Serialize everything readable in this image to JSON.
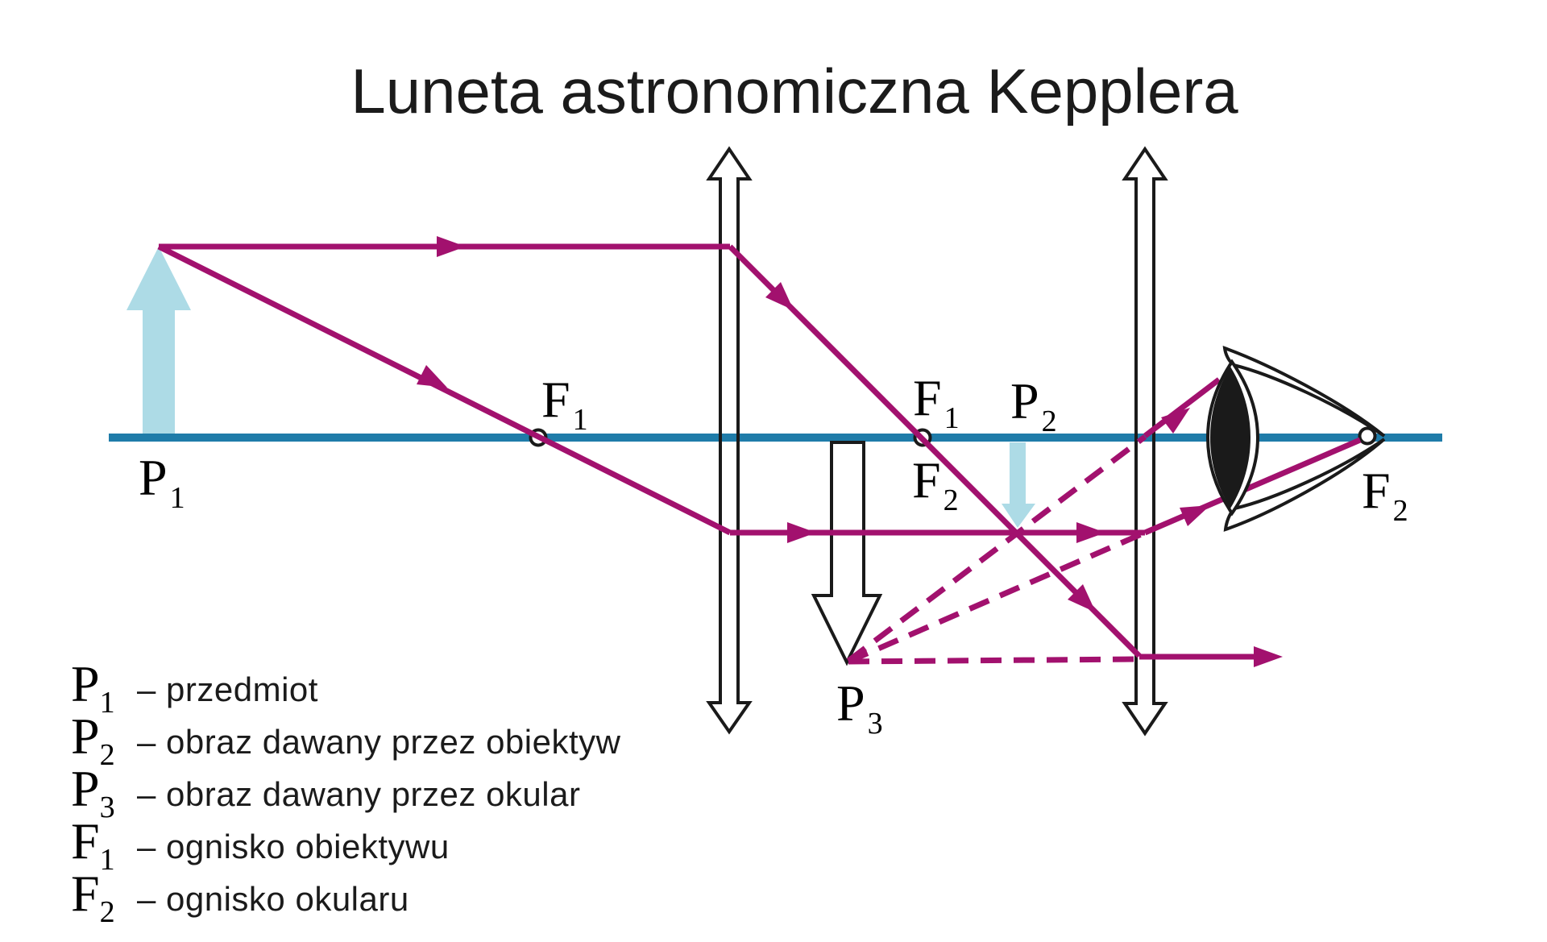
{
  "title": "Luneta astronomiczna Kepplera",
  "colors": {
    "axis": "#1f7ca9",
    "ray": "#a2116e",
    "object_fill": "#addbe6",
    "outline": "#1a1a1a",
    "background": "#ffffff"
  },
  "diagram": {
    "labels": {
      "p1": {
        "sym": "P",
        "sub": "1"
      },
      "f1_left": {
        "sym": "F",
        "sub": "1"
      },
      "f1_mid": {
        "sym": "F",
        "sub": "1"
      },
      "f2_mid": {
        "sym": "F",
        "sub": "2"
      },
      "p2": {
        "sym": "P",
        "sub": "2"
      },
      "p3": {
        "sym": "P",
        "sub": "3"
      },
      "f2_right": {
        "sym": "F",
        "sub": "2"
      }
    }
  },
  "legend": {
    "items": [
      {
        "sym": "P",
        "sub": "1",
        "desc": "– przedmiot"
      },
      {
        "sym": "P",
        "sub": "2",
        "desc": "– obraz dawany przez obiektyw"
      },
      {
        "sym": "P",
        "sub": "3",
        "desc": "– obraz dawany przez okular"
      },
      {
        "sym": "F",
        "sub": "1",
        "desc": "– ognisko obiektywu"
      },
      {
        "sym": "F",
        "sub": "2",
        "desc": "– ognisko okularu"
      }
    ]
  }
}
